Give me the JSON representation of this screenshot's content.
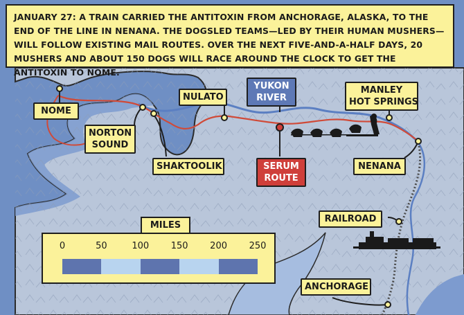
{
  "caption": {
    "date": "January 27:",
    "text": "A train carried the antitoxin from Anchorage, Alaska, to the end of the line in Nenana. The dogsled teams—led by their human mushers—will follow existing mail routes. Over the next five-and-a-half days, 20 mushers and about 150 dogs will race around the clock to get the antitoxin to Nome."
  },
  "labels": {
    "nome": "NOME",
    "nulato": "NULATO",
    "yukon_river": [
      "YUKON",
      "RIVER"
    ],
    "manley": [
      "MANLEY",
      "HOT SPRINGS"
    ],
    "norton_sound": [
      "NORTON",
      "SOUND"
    ],
    "shaktoolik": "SHAKTOOLIK",
    "serum_route": [
      "SERUM",
      "ROUTE"
    ],
    "nenana": "NENANA",
    "railroad": "RAILROAD",
    "anchorage": "ANCHORAGE"
  },
  "scale": {
    "title": "MILES",
    "ticks": [
      "0",
      "50",
      "100",
      "150",
      "200",
      "250"
    ],
    "max_miles": 250,
    "segment_colors": [
      "#5e74ae",
      "#b8d4ef",
      "#5e74ae",
      "#b8d4ef",
      "#5e74ae"
    ]
  },
  "colors": {
    "water": "#6f8fc4",
    "land": "#b9c6da",
    "route": "#d04a38",
    "river": "#5b7fc2",
    "label": "#fbf29a"
  }
}
